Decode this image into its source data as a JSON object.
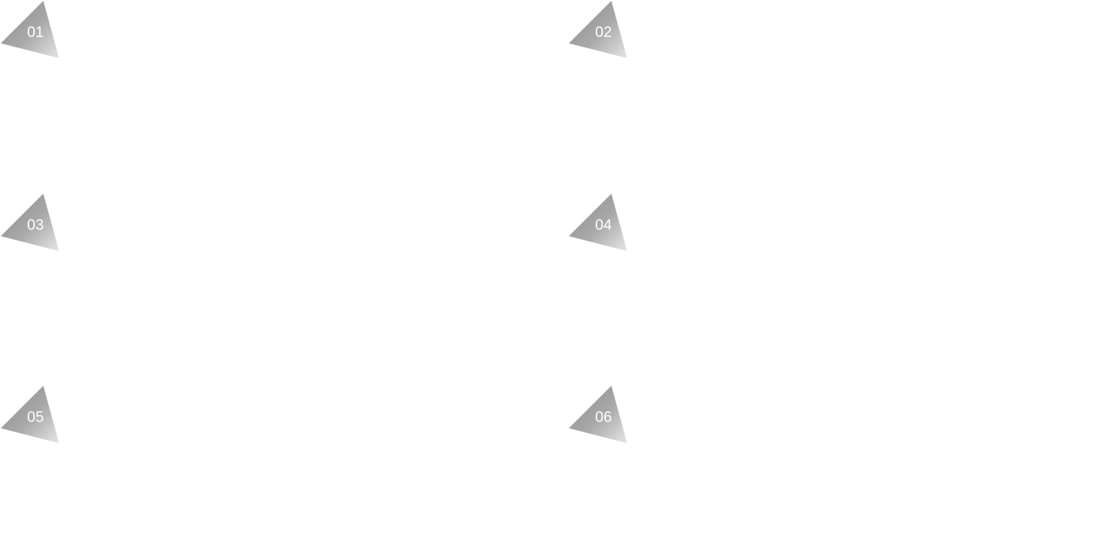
{
  "badges": [
    {
      "label": "01"
    },
    {
      "label": "02"
    },
    {
      "label": "03"
    },
    {
      "label": "04"
    },
    {
      "label": "05"
    },
    {
      "label": "06"
    }
  ],
  "colors": {
    "triangle_dark": "#8e8e8e",
    "triangle_light": "#e3e3e3",
    "text": "#ffffff",
    "background": "#ffffff"
  }
}
